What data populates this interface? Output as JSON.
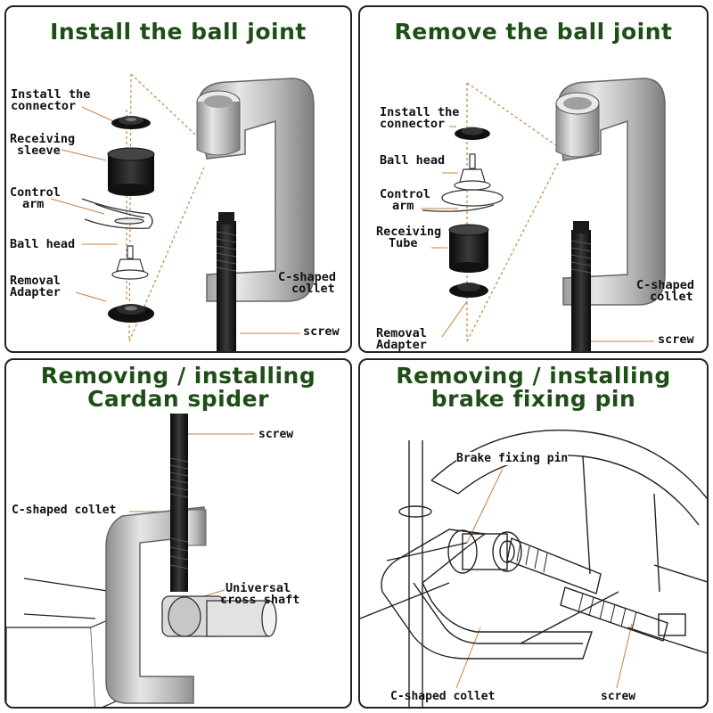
{
  "colors": {
    "title_green": "#1f4d18",
    "leader_orange": "#c8823c",
    "collet_silver": "#bfbfbf",
    "border": "#222222"
  },
  "panels": [
    {
      "title": "Install the ball joint",
      "labels": {
        "install_connector_1": "Install the",
        "install_connector_2": "connector",
        "receiving_sleeve_1": "Receiving",
        "receiving_sleeve_2": "sleeve",
        "control_arm_1": "Control",
        "control_arm_2": "arm",
        "ball_head": "Ball head",
        "removal_adapter_1": "Removal",
        "removal_adapter_2": "Adapter",
        "c_collet_1": "C-shaped",
        "c_collet_2": "collet",
        "screw": "screw"
      }
    },
    {
      "title": "Remove the ball joint",
      "labels": {
        "install_connector_1": "Install the",
        "install_connector_2": "connector",
        "ball_head": "Ball head",
        "control_arm_1": "Control",
        "control_arm_2": "arm",
        "receiving_tube_1": "Receiving",
        "receiving_tube_2": "Tube",
        "removal_adapter_1": "Removal",
        "removal_adapter_2": "Adapter",
        "c_collet_1": "C-shaped",
        "c_collet_2": "collet",
        "screw": "screw"
      }
    },
    {
      "title_1": "Removing / installing",
      "title_2": "Cardan spider",
      "labels": {
        "screw": "screw",
        "c_collet": "C-shaped collet",
        "universal_1": "Universal",
        "universal_2": "cross shaft"
      }
    },
    {
      "title_1": "Removing / installing",
      "title_2": "brake fixing pin",
      "labels": {
        "brake_pin": "Brake fixing pin",
        "c_collet": "C-shaped collet",
        "screw": "screw"
      }
    }
  ]
}
